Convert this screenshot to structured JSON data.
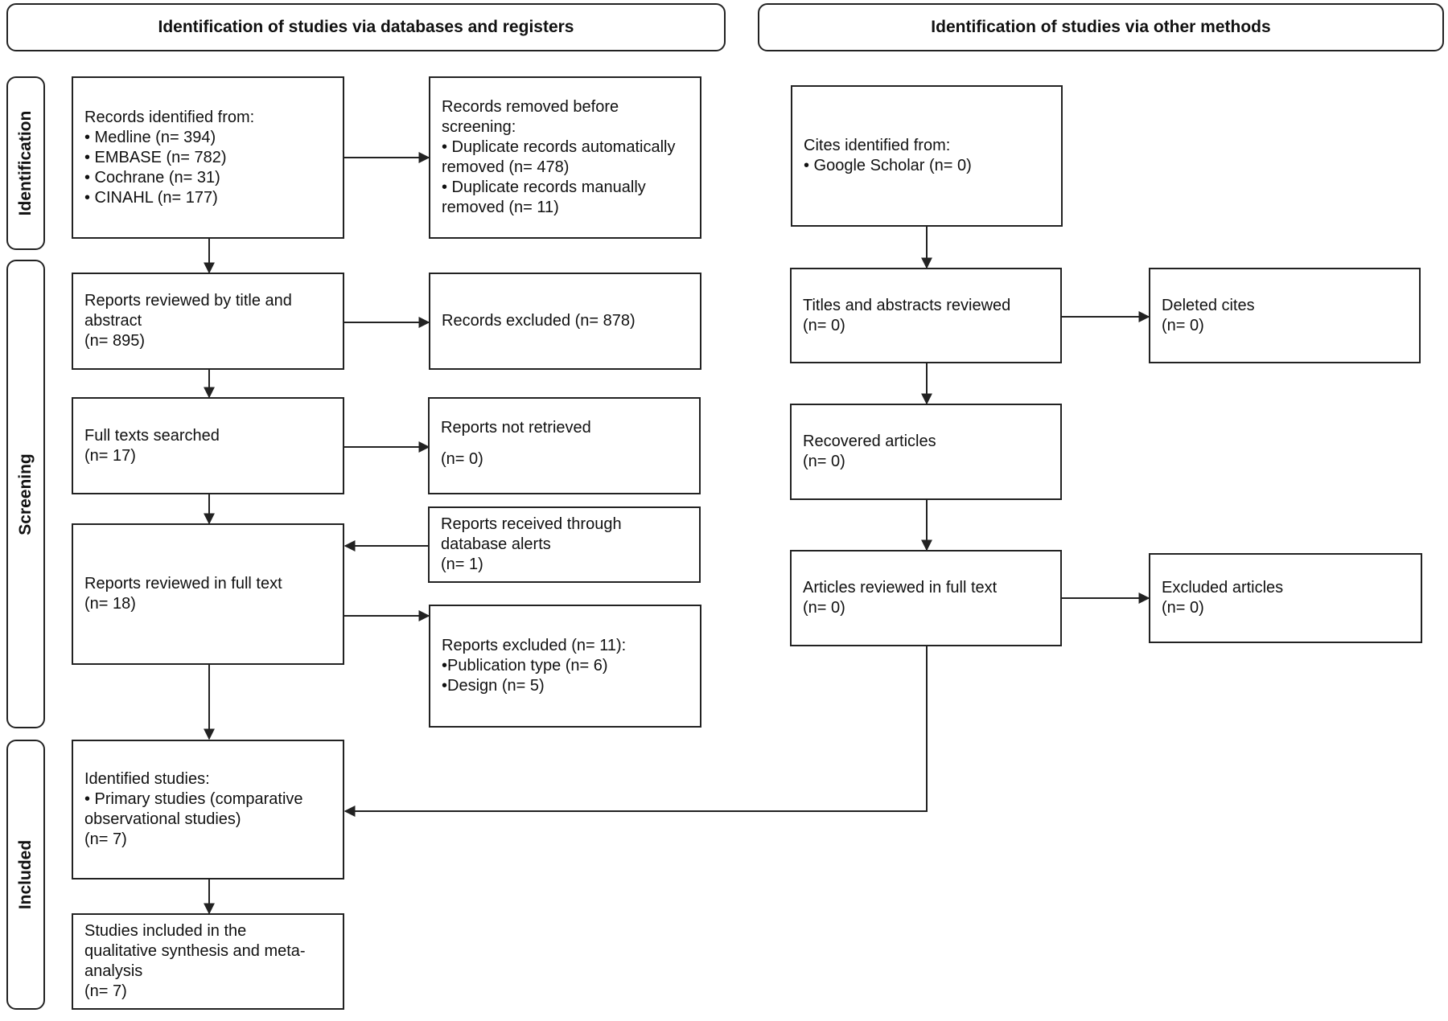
{
  "headers": {
    "databases": "Identification of studies via databases and registers",
    "other": "Identification of studies via other methods"
  },
  "phases": {
    "identification": "Identification",
    "screening": "Screening",
    "included": "Included"
  },
  "databases": {
    "records_identified": {
      "lines": [
        "Records identified from:",
        "•   Medline (n= 394)",
        "•   EMBASE (n= 782)",
        "•   Cochrane (n= 31)",
        "•   CINAHL (n= 177)"
      ]
    },
    "records_removed": {
      "lines": [
        "Records removed before",
        "screening:",
        "• Duplicate records automatically",
        "removed (n= 478)",
        "• Duplicate records manually",
        "removed (n= 11)"
      ]
    },
    "title_abstract": {
      "lines": [
        "Reports reviewed by title and",
        "abstract",
        "(n= 895)"
      ]
    },
    "records_excluded": {
      "lines": [
        "Records excluded (n= 878)"
      ]
    },
    "full_texts": {
      "lines": [
        "Full texts searched",
        "(n= 17)"
      ]
    },
    "not_retrieved": {
      "lines": [
        "Reports not retrieved",
        "(n= 0)"
      ]
    },
    "alerts": {
      "lines": [
        "Reports received through",
        "database alerts",
        "(n= 1)"
      ]
    },
    "full_text_review": {
      "lines": [
        "Reports reviewed in full text",
        "(n= 18)"
      ]
    },
    "reports_excluded": {
      "lines": [
        "Reports excluded (n= 11):",
        "•Publication type (n= 6)",
        "•Design (n= 5)"
      ]
    },
    "identified_studies": {
      "lines": [
        "Identified studies:",
        "• Primary studies (comparative",
        "observational studies)",
        "(n= 7)"
      ]
    },
    "included_studies": {
      "lines": [
        "Studies included in the",
        "qualitative synthesis and meta-",
        "analysis",
        "(n= 7)"
      ]
    }
  },
  "other_methods": {
    "cites_identified": {
      "lines": [
        "Cites identified from:",
        "• Google Scholar (n= 0)"
      ]
    },
    "titles_abstracts": {
      "lines": [
        "Titles and abstracts reviewed",
        "(n= 0)"
      ]
    },
    "deleted_cites": {
      "lines": [
        "Deleted cites",
        "(n= 0)"
      ]
    },
    "recovered": {
      "lines": [
        "Recovered articles",
        "(n= 0)"
      ]
    },
    "full_text_articles": {
      "lines": [
        "Articles reviewed in full text",
        "(n= 0)"
      ]
    },
    "excluded_articles": {
      "lines": [
        "Excluded articles",
        "(n= 0)"
      ]
    }
  }
}
